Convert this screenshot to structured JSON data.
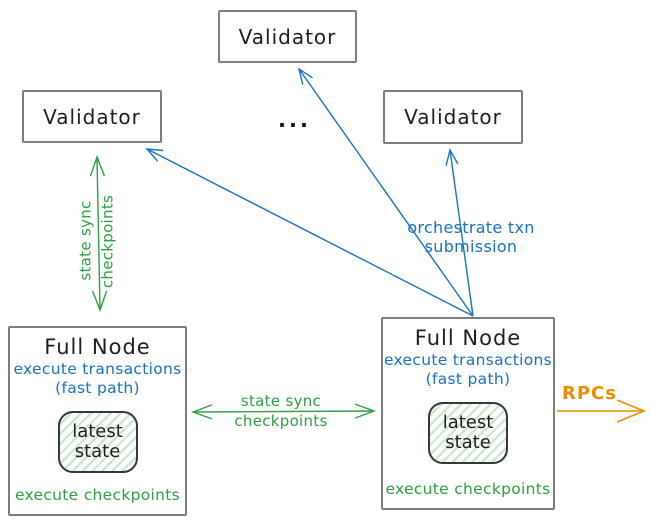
{
  "colors": {
    "blue": "#1971c2",
    "green": "#2f9e44",
    "orange": "#f08c00",
    "ink": "#1e1e1e",
    "box_border": "#7d7d7d",
    "state_box_fill": "#e7f7ea"
  },
  "nodes": {
    "validator_top": {
      "label": "Validator"
    },
    "validator_left": {
      "label": "Validator"
    },
    "validator_right": {
      "label": "Validator"
    },
    "ellipsis": "...",
    "full_node_left": {
      "title": "Full Node",
      "exec_line1": "execute transactions",
      "exec_line2": "(fast path)",
      "state_line1": "latest",
      "state_line2": "state",
      "footer": "execute checkpoints"
    },
    "full_node_right": {
      "title": "Full Node",
      "exec_line1": "execute transactions",
      "exec_line2": "(fast path)",
      "state_line1": "latest",
      "state_line2": "state",
      "footer": "execute checkpoints"
    }
  },
  "edges": {
    "validator_sync": {
      "line1": "state sync",
      "line2": "checkpoints"
    },
    "fullnode_sync": {
      "line1": "state sync",
      "line2": "checkpoints"
    },
    "orchestrate": {
      "label": "orchestrate txn submission"
    },
    "rpc": {
      "label": "RPCs"
    }
  }
}
